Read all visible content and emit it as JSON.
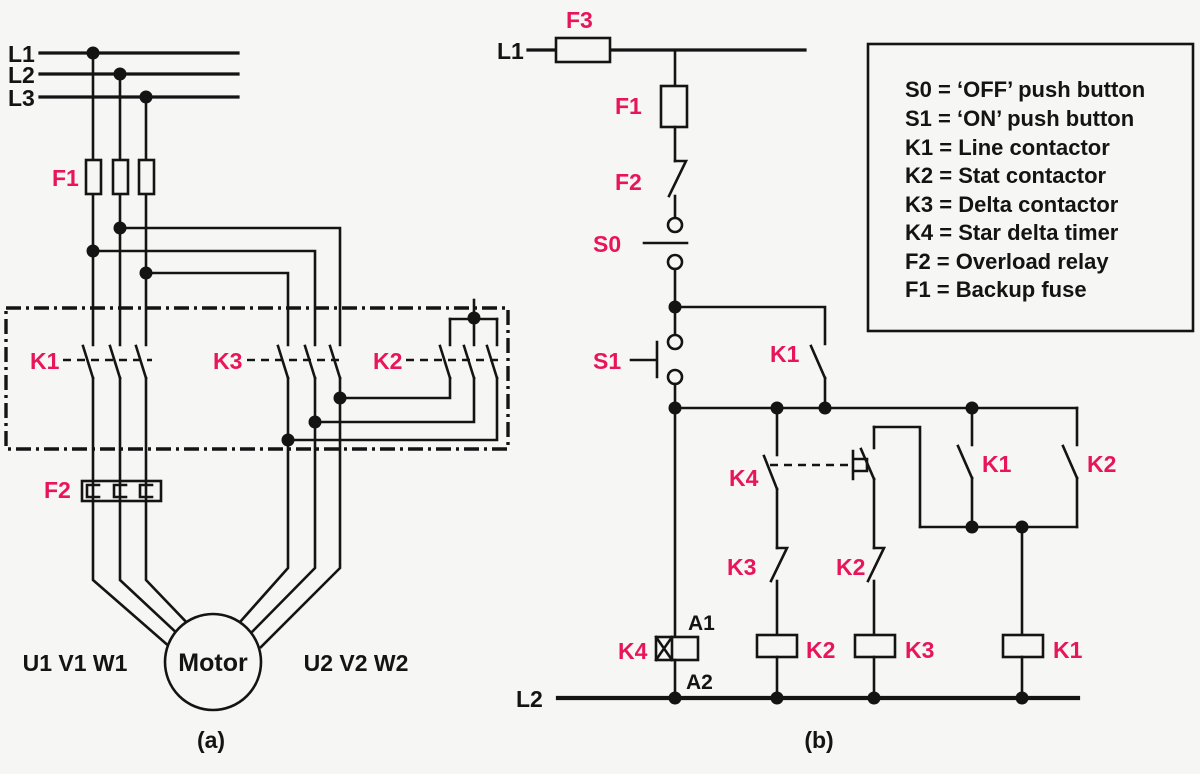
{
  "accent_color": "#e8155a",
  "ink_color": "#141414",
  "background_color": "#f6f6f4",
  "panel_a": {
    "caption": "(a)",
    "supply_labels": [
      "L1",
      "L2",
      "L3"
    ],
    "fuse_label": "F1",
    "contactor_k1": "K1",
    "contactor_k3": "K3",
    "contactor_k2": "K2",
    "overload_label": "F2",
    "motor_label": "Motor",
    "terminals_left": "U1 V1 W1",
    "terminals_right": "U2 V2 W2"
  },
  "panel_b": {
    "caption": "(b)",
    "line_top": "L1",
    "line_bottom": "L2",
    "fuse_f3": "F3",
    "fuse_f1": "F1",
    "overload_f2": "F2",
    "button_s0": "S0",
    "button_s1": "S1",
    "contact_k1_seal": "K1",
    "contact_k4": "K4",
    "contact_k3_nc": "K3",
    "contact_k2_nc": "K2",
    "contact_k1_no": "K1",
    "contact_k2_no": "K2",
    "coil_k4": "K4",
    "coil_k4_a1": "A1",
    "coil_k4_a2": "A2",
    "coil_k2": "K2",
    "coil_k3": "K3",
    "coil_k1": "K1"
  },
  "legend": {
    "items": [
      "S0 = ‘OFF’ push button",
      "S1 = ‘ON’ push button",
      "K1 = Line contactor",
      "K2 = Stat contactor",
      "K3 = Delta contactor",
      "K4 = Star delta timer",
      "F2 = Overload relay",
      "F1 = Backup fuse"
    ]
  }
}
